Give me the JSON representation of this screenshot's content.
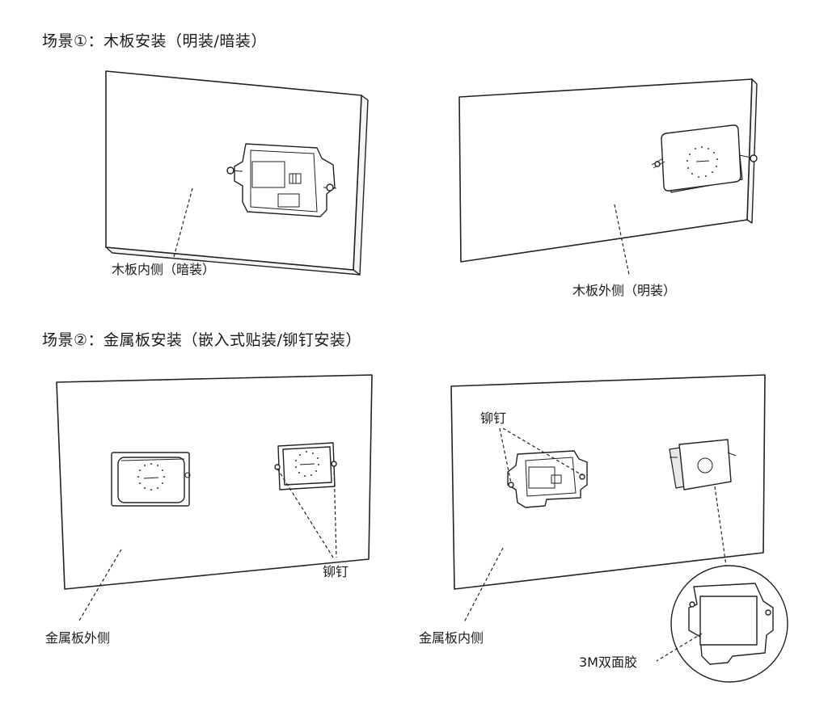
{
  "scene1": {
    "title": "场景①：木板安装（明装/暗装）",
    "label_inner": "木板内侧（暗装）",
    "label_outer": "木板外侧（明装）"
  },
  "scene2": {
    "title": "场景②：金属板安装（嵌入式贴装/铆钉安装）",
    "label_outer": "金属板外侧",
    "label_inner": "金属板内侧",
    "label_rivet_right": "铆钉",
    "label_rivet_left": "铆钉",
    "label_tape": "3M双面胶"
  }
}
